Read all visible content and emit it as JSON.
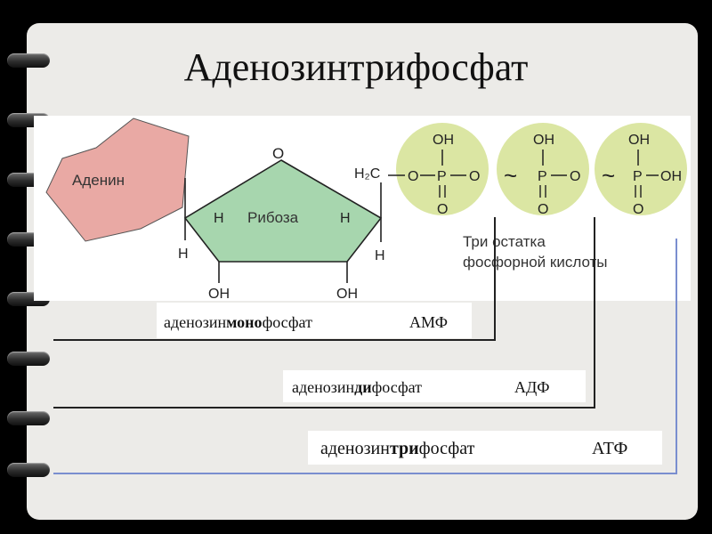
{
  "title": "Аденозинтрифосфат",
  "molecule": {
    "adenine": "Аденин",
    "ribose": "Рибоза",
    "ring_oxygen": "O",
    "ch2_group": "H₂C",
    "ribose_h_left": "H",
    "ribose_h_right": "H",
    "h_left": "H",
    "h_right": "H",
    "oh_left": "OH",
    "oh_right": "OH",
    "phosphates": [
      {
        "top": "OH",
        "left": "O",
        "center": "P",
        "right": "O",
        "bottom": "O"
      },
      {
        "top": "OH",
        "link": "~",
        "center": "P",
        "right": "O",
        "bottom": "O"
      },
      {
        "top": "OH",
        "link": "~",
        "center": "P",
        "right": "OH",
        "bottom": "O"
      }
    ],
    "phosphate_caption_line1": "Три остатка",
    "phosphate_caption_line2": "фосфорной кислоты"
  },
  "labels": {
    "amp": {
      "prefix": "аденозин",
      "bold": "моно",
      "suffix": "фосфат",
      "abbr": "АМФ"
    },
    "adp": {
      "prefix": "аденозин",
      "bold": "ди",
      "suffix": "фосфат",
      "abbr": "АДФ"
    },
    "atp": {
      "prefix": "аденозин",
      "bold": "три",
      "suffix": "фосфат",
      "abbr": "АТФ"
    }
  },
  "colors": {
    "adenine": "#e9a9a4",
    "ribose": "#a7d6ae",
    "phosphate": "#dbe6a3",
    "bracket_dark": "#222222",
    "bracket_blue": "#7a8ecf"
  }
}
